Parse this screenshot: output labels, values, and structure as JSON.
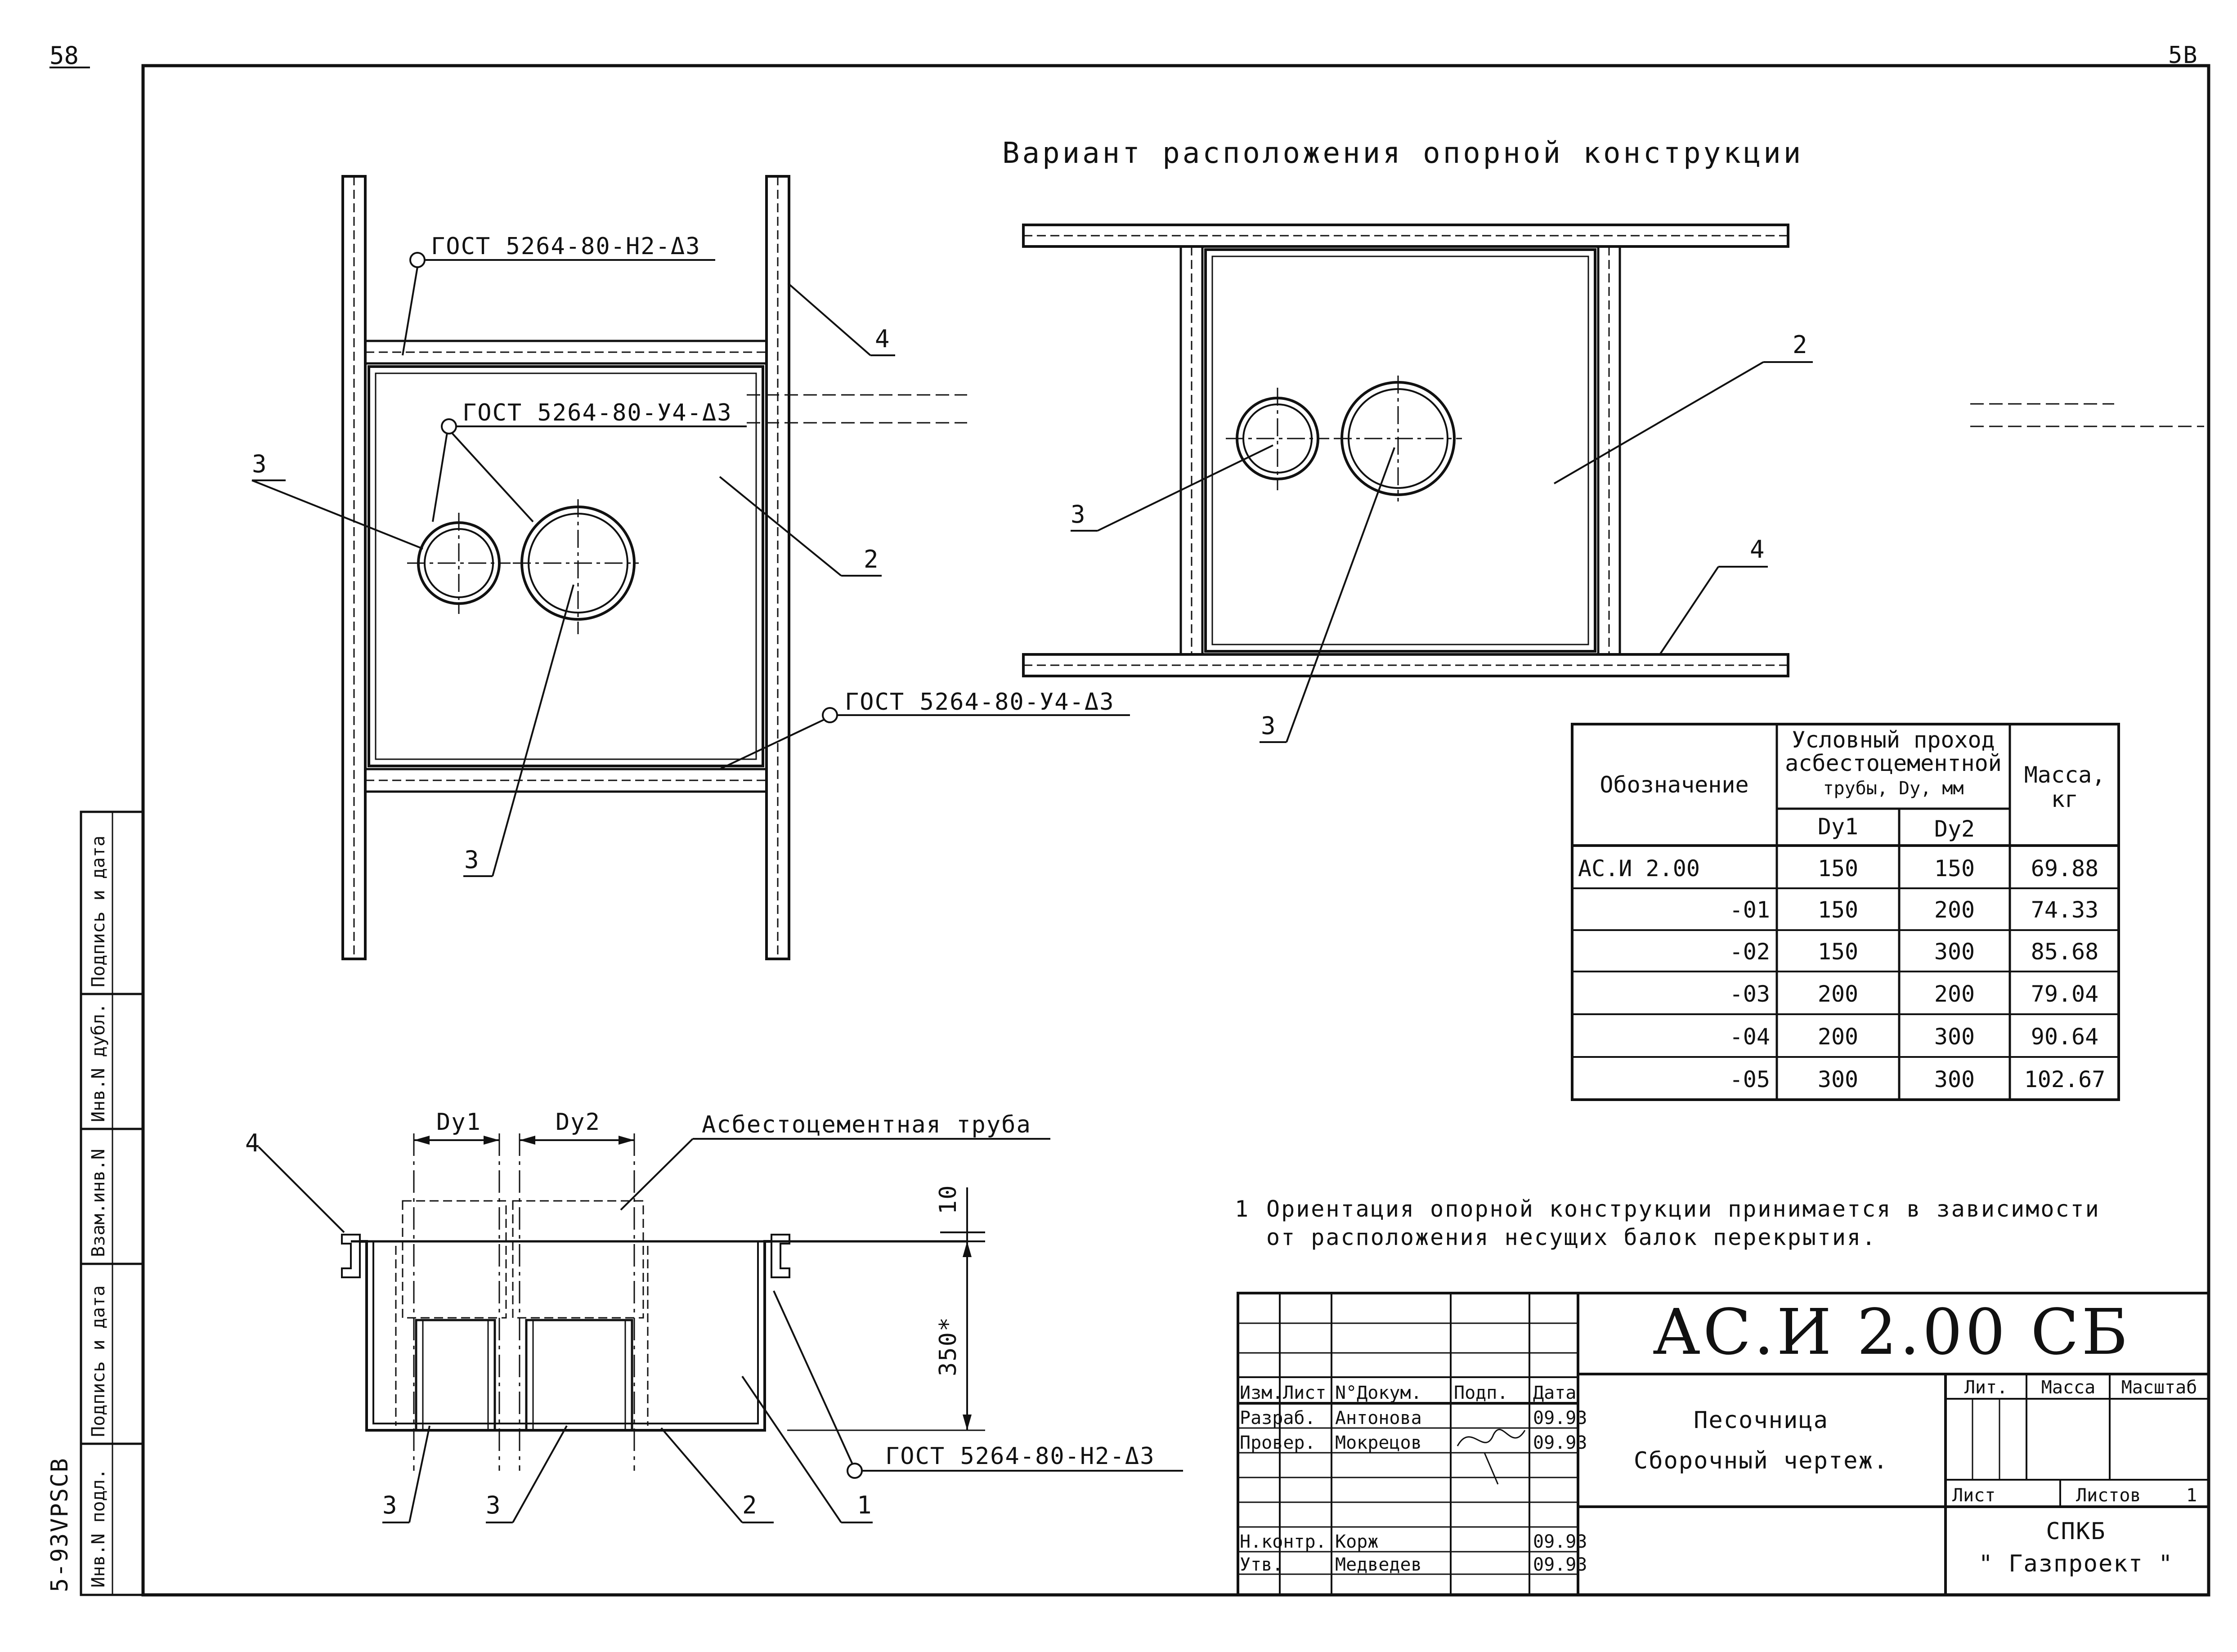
{
  "sheet": {
    "page_number": "5В",
    "corner_mark": "58",
    "side_code": "5-93VPSCB",
    "side_labels": [
      "Инв.N подл.",
      "Подпись и дата",
      "Взам.инв.N",
      "Инв.N дубл.",
      "Подпись и дата"
    ]
  },
  "plan_view": {
    "callouts": [
      {
        "text": "ГОСТ 5264-80-Н2-Δ3"
      },
      {
        "text": "ГОСТ 5264-80-У4-Δ3"
      },
      {
        "text": "ГОСТ 5264-80-У4-Δ3"
      }
    ],
    "markers": [
      "3",
      "2",
      "4",
      "3"
    ]
  },
  "variant_view": {
    "title": "Вариант расположения опорной конструкции",
    "markers": [
      "2",
      "3",
      "4",
      "3"
    ]
  },
  "section_view": {
    "dim_labels": [
      "Dу1",
      "Dу2"
    ],
    "pipe_label": "Асбестоцементная труба",
    "dim_10": "10",
    "dim_350": "350*",
    "callout": "ГОСТ 5264-80-Н2-Δ3",
    "markers": [
      "4",
      "3",
      "3",
      "2",
      "1"
    ]
  },
  "spec_table": {
    "headers": {
      "designation": "Обозначение",
      "passage_lines": [
        "Условный проход",
        "асбестоцементной",
        "трубы, Dу, мм"
      ],
      "mass_lines": [
        "Масса,",
        "кг"
      ],
      "dy1": "Dу1",
      "dy2": "Dу2"
    },
    "rows": [
      {
        "designation": "АС.И 2.00",
        "dy1": "150",
        "dy2": "150",
        "mass": "69.88"
      },
      {
        "designation": "-01",
        "dy1": "150",
        "dy2": "200",
        "mass": "74.33"
      },
      {
        "designation": "-02",
        "dy1": "150",
        "dy2": "300",
        "mass": "85.68"
      },
      {
        "designation": "-03",
        "dy1": "200",
        "dy2": "200",
        "mass": "79.04"
      },
      {
        "designation": "-04",
        "dy1": "200",
        "dy2": "300",
        "mass": "90.64"
      },
      {
        "designation": "-05",
        "dy1": "300",
        "dy2": "300",
        "mass": "102.67"
      }
    ]
  },
  "note": {
    "number": "1",
    "line1": "Ориентация опорной конструкции принимается в зависимости",
    "line2": "от расположения несущих балок перекрытия."
  },
  "title_block": {
    "code": "АС.И 2.00 СБ",
    "name": "Песочница",
    "doc_type": "Сборочный чертеж.",
    "col_izm": "Изм.",
    "col_list": "Лист",
    "col_ndoc": "N°Докум.",
    "col_podp": "Подп.",
    "col_data": "Дата",
    "lit": "Лит.",
    "massa": "Масса",
    "masshtab": "Масштаб",
    "list_label": "Лист",
    "listov_label": "Листов",
    "listov_value": "1",
    "org_line1": "СПКБ",
    "org_line2": "\" Газпроект \"",
    "signatures": [
      {
        "role": "Разраб.",
        "name": "Антонова",
        "date": "09.93"
      },
      {
        "role": "Провер.",
        "name": "Мокрецов",
        "date": "09.93"
      },
      {
        "role": "Н.контр.",
        "name": "Корж",
        "date": "09.93"
      },
      {
        "role": "Утв.",
        "name": "Медведев",
        "date": "09.93"
      }
    ]
  }
}
